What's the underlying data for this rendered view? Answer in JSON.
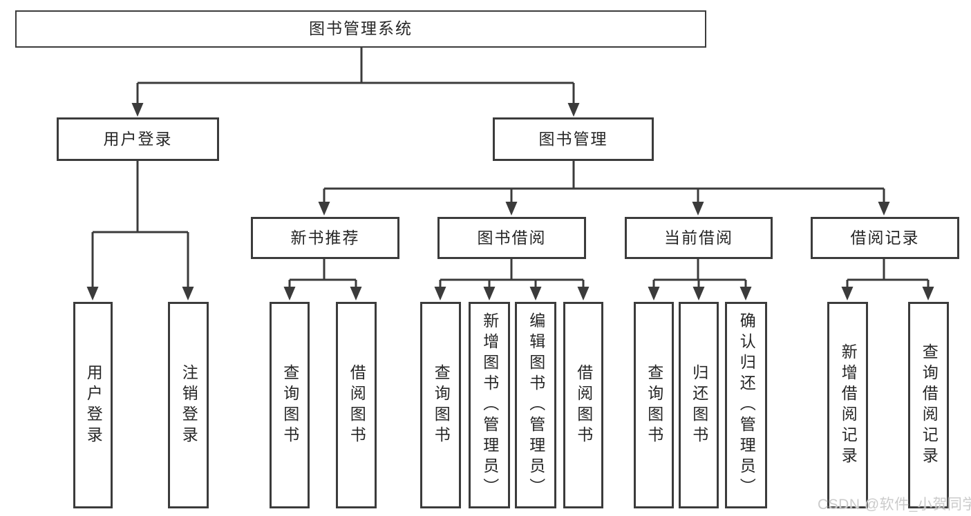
{
  "tree": {
    "label": "图书管理系统",
    "children": [
      {
        "label": "用户登录",
        "children": [
          {
            "label": "用户登录"
          },
          {
            "label": "注销登录"
          }
        ]
      },
      {
        "label": "图书管理",
        "children": [
          {
            "label": "新书推荐",
            "children": [
              {
                "label": "查询图书"
              },
              {
                "label": "借阅图书"
              }
            ]
          },
          {
            "label": "图书借阅",
            "children": [
              {
                "label": "查询图书"
              },
              {
                "label": "新增图书（管理员）"
              },
              {
                "label": "编辑图书（管理员）"
              },
              {
                "label": "借阅图书"
              }
            ]
          },
          {
            "label": "当前借阅",
            "children": [
              {
                "label": "查询图书"
              },
              {
                "label": "归还图书"
              },
              {
                "label": "确认归还（管理员）"
              }
            ]
          },
          {
            "label": "借阅记录",
            "children": [
              {
                "label": "新增借阅记录"
              },
              {
                "label": "查询借阅记录"
              }
            ]
          }
        ]
      }
    ]
  },
  "watermark": {
    "text": "CSDN @软件_小贺同学"
  },
  "colors": {
    "line": "#3b3b3b",
    "box_border": "#3b3b3b",
    "box_fill": "#ffffff",
    "text": "#262626",
    "watermark": "#cbcbcb",
    "background": "#ffffff"
  }
}
